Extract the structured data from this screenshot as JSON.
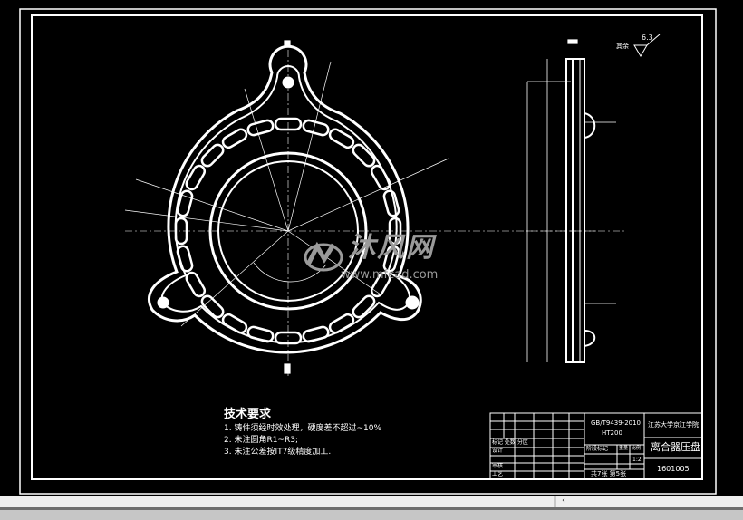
{
  "drawing": {
    "technical_requirements": {
      "title": "技术要求",
      "items": [
        "1. 铸件须经时效处理，硬度差不超过~10%",
        "2. 未注圆角R1~R3;",
        "3. 未注公差按IT7级精度加工."
      ]
    },
    "surface_roughness": {
      "label": "其余",
      "value": "6.3"
    },
    "title_block": {
      "standard": "GB/T9439-2010",
      "material": "HT200",
      "school": "江苏大学京江学院",
      "part_name": "离合器压盘",
      "drawing_number": "1601005",
      "stage_mark": "阶段标记",
      "weight": "重量",
      "scale_label": "比例",
      "scale": "1:2",
      "sheets": "共7张 第5张",
      "marks": "标记 处数 分区",
      "designer": "设计",
      "reviewer": "审核",
      "process": "工艺"
    }
  },
  "watermark": {
    "brand": "沐风网",
    "url": "www.mfcad.com"
  },
  "statusbar": {
    "scroll_arrow": "‹"
  },
  "colors": {
    "background": "#000000",
    "lines": "#ffffff",
    "statusbar": "#efefef"
  }
}
